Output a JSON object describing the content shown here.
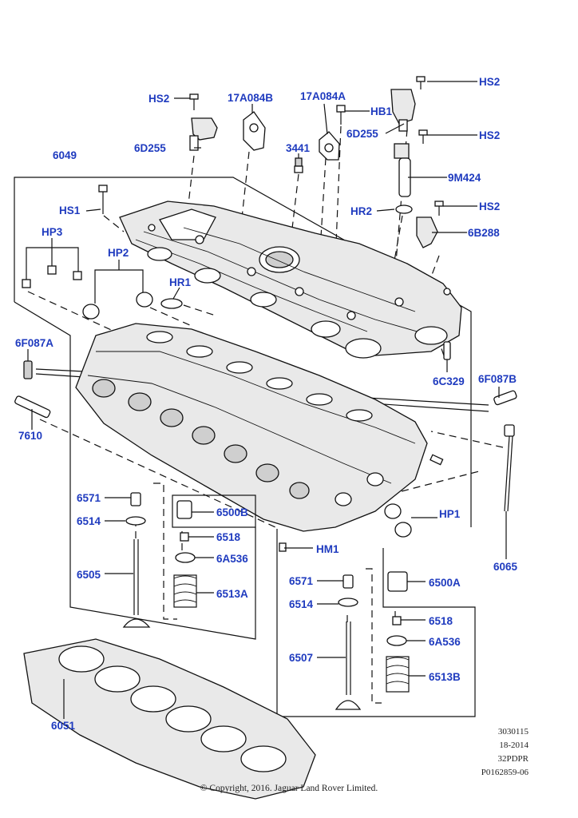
{
  "labels": {
    "hs2_a": "HS2",
    "a17a084b": "17A084B",
    "a17a084a": "17A084A",
    "hb1": "HB1",
    "hs2_b": "HS2",
    "d255_a": "6D255",
    "d255_b": "6D255",
    "hs2_c": "HS2",
    "n3441": "3441",
    "n6049": "6049",
    "m424": "9M424",
    "hs1": "HS1",
    "hr2": "HR2",
    "hs2_d": "HS2",
    "hp3": "HP3",
    "b288": "6B288",
    "hp2": "HP2",
    "hr1": "HR1",
    "f087a": "6F087A",
    "c329": "6C329",
    "f087b": "6F087B",
    "n7610": "7610",
    "n6571_a": "6571",
    "n6500b": "6500B",
    "n6514_a": "6514",
    "n6518_a": "6518",
    "hp1": "HP1",
    "hm1": "HM1",
    "a536_a": "6A536",
    "n6065": "6065",
    "n6505": "6505",
    "n6513a": "6513A",
    "n6571_b": "6571",
    "n6500a": "6500A",
    "n6514_b": "6514",
    "n6518_b": "6518",
    "a536_b": "6A536",
    "n6507": "6507",
    "n6513b": "6513B",
    "n6051": "6051"
  },
  "reference": {
    "line1": "3030115",
    "line2": "18-2014",
    "line3": "32PDPR",
    "line4": "P0162859-06"
  },
  "copyright": "© Copyright, 2016. Jaguar Land Rover Limited.",
  "colors": {
    "label": "#1f3bbf",
    "line": "#111111"
  }
}
